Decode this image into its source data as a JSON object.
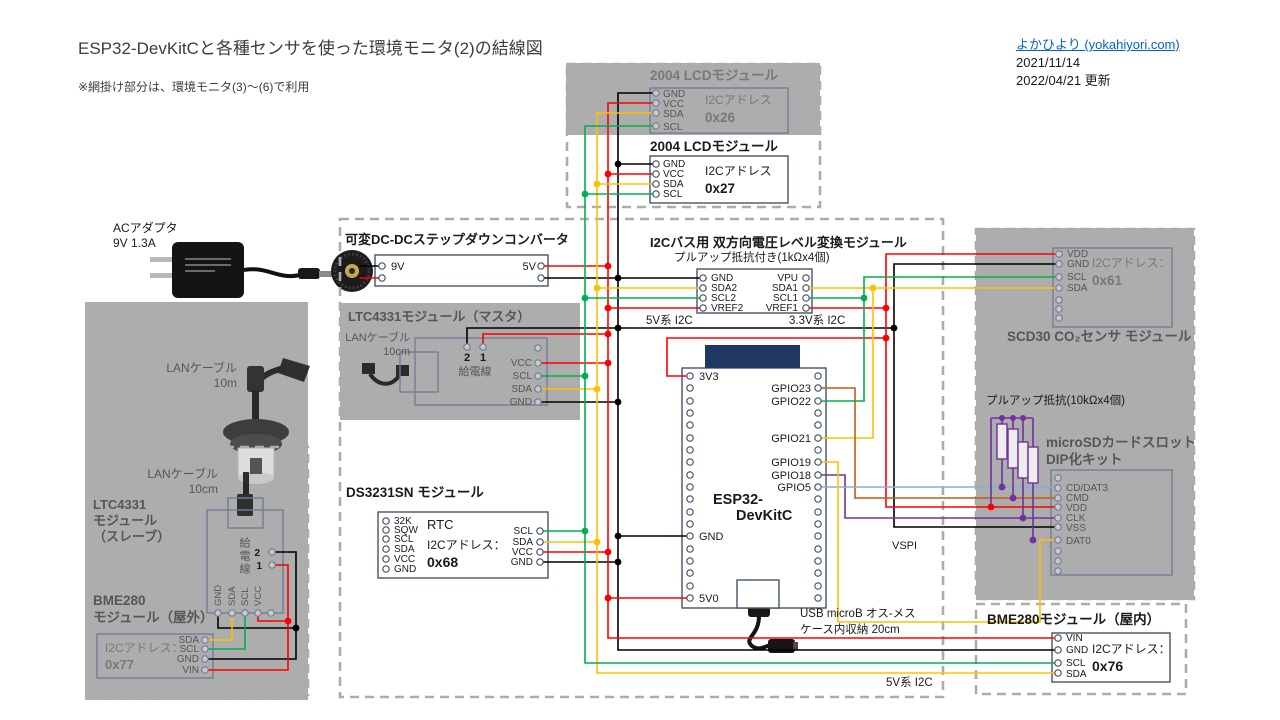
{
  "header": {
    "title": "ESP32-DevKitCと各種センサを使った環境モニタ(2)の結線図",
    "note": "※網掛け部分は、環境モニタ(3)～(6)で利用",
    "link": "よかひより (yokahiyori.com)",
    "date": "2021/11/14",
    "updated": "2022/04/21 更新"
  },
  "colors": {
    "gnd_wire": "#000000",
    "vcc_wire": "#FF0000",
    "sda_wire": "#FFC000",
    "scl_wire": "#00B050",
    "spi_cmd_wire": "#C55A11",
    "spi_clk_wire": "#7030A0",
    "spi_dat3_wire": "#8FAADC",
    "shaded_area": "#ADADAD",
    "module_border": "#44546A",
    "link_blue": "#0563C1"
  },
  "lcd1": {
    "title": "2004 LCDモジュール",
    "pins": [
      "GND",
      "VCC",
      "SDA",
      "SCL"
    ],
    "addr_label": "I2Cアドレス",
    "addr": "0x26"
  },
  "lcd2": {
    "title": "2004 LCDモジュール",
    "pins": [
      "GND",
      "VCC",
      "SDA",
      "SCL"
    ],
    "addr_label": "I2Cアドレス",
    "addr": "0x27"
  },
  "ac_adapter": {
    "line1": "ACアダプタ",
    "line2": "9V 1.3A"
  },
  "dcdc": {
    "title": "可変DC-DCステップダウンコンバータ",
    "input_label": "9V",
    "output_label": "5V"
  },
  "level_shifter": {
    "title": "I2Cバス用 双方向電圧レベル変換モジュール",
    "subtitle": "プルアップ抵抗付き(1kΩx4個)",
    "left_pins": [
      "GND",
      "SDA2",
      "SCL2",
      "VREF2"
    ],
    "right_pins": [
      "VPU",
      "SDA1",
      "SCL1",
      "VREF1"
    ],
    "bus_5v": "5V系 I2C",
    "bus_33v": "3.3V系 I2C"
  },
  "ltc_master": {
    "title": "LTC4331モジュール（マスタ）",
    "lan1": "LANケーブル",
    "lan2": "10cm",
    "num2": "2",
    "num1": "1",
    "feed": "給電線",
    "pins": [
      "VCC",
      "SCL",
      "SDA",
      "GND"
    ]
  },
  "lan_10m": {
    "line1": "LANケーブル",
    "line2": "10m"
  },
  "lan_10cm": {
    "line1": "LANケーブル",
    "line2": "10cm"
  },
  "ltc_slave": {
    "line1": "LTC4331",
    "line2": "モジュール",
    "line3": "（スレーブ）",
    "feed": "給電線",
    "num2": "2",
    "num1": "1",
    "pins": [
      "GND",
      "SDA",
      "SCL",
      "VCC"
    ]
  },
  "bme280_out": {
    "line1": "BME280",
    "line2": "モジュール（屋外）",
    "addr_label": "I2Cアドレス：",
    "addr": "0x77",
    "pins": [
      "SDA",
      "SCL",
      "GND",
      "VIN"
    ]
  },
  "ds3231": {
    "title": "DS3231SN モジュール",
    "left_pins": [
      "32K",
      "SQW",
      "SCL",
      "SDA",
      "VCC",
      "GND"
    ],
    "kind": "RTC",
    "addr_label": "I2Cアドレス：",
    "addr": "0x68",
    "right_pins": [
      "SCL",
      "SDA",
      "VCC",
      "GND"
    ]
  },
  "esp32": {
    "name1": "ESP32-",
    "name2": "DevKitC",
    "pin_3v3": "3V3",
    "pin_gnd": "GND",
    "pin_5v0": "5V0",
    "gpio": [
      "GPIO23",
      "GPIO22",
      "GPIO21",
      "GPIO19",
      "GPIO18",
      "GPIO5"
    ],
    "vspi": "VSPI"
  },
  "usb_cable": {
    "line1": "USB microB オス-メス",
    "line2": "ケース内収納 20cm"
  },
  "scd30": {
    "title": "SCD30 CO₂センサ モジュール",
    "pins": [
      "VDD",
      "GND",
      "SCL",
      "SDA"
    ],
    "addr_label": "I2Cアドレス：",
    "addr": "0x61"
  },
  "pullup": {
    "label": "プルアップ抵抗(10kΩx4個)"
  },
  "microsd": {
    "title1": "microSDカードスロット",
    "title2": "DIP化キット",
    "pins": [
      "CD/DAT3",
      "CMD",
      "VDD",
      "CLK",
      "VSS",
      "DAT0"
    ]
  },
  "bme280_in": {
    "title": "BME280モジュール（屋内）",
    "pins": [
      "VIN",
      "GND",
      "SCL",
      "SDA"
    ],
    "addr_label": "I2Cアドレス：",
    "addr": "0x76"
  },
  "bus_label_bottom": "5V系 I2C"
}
